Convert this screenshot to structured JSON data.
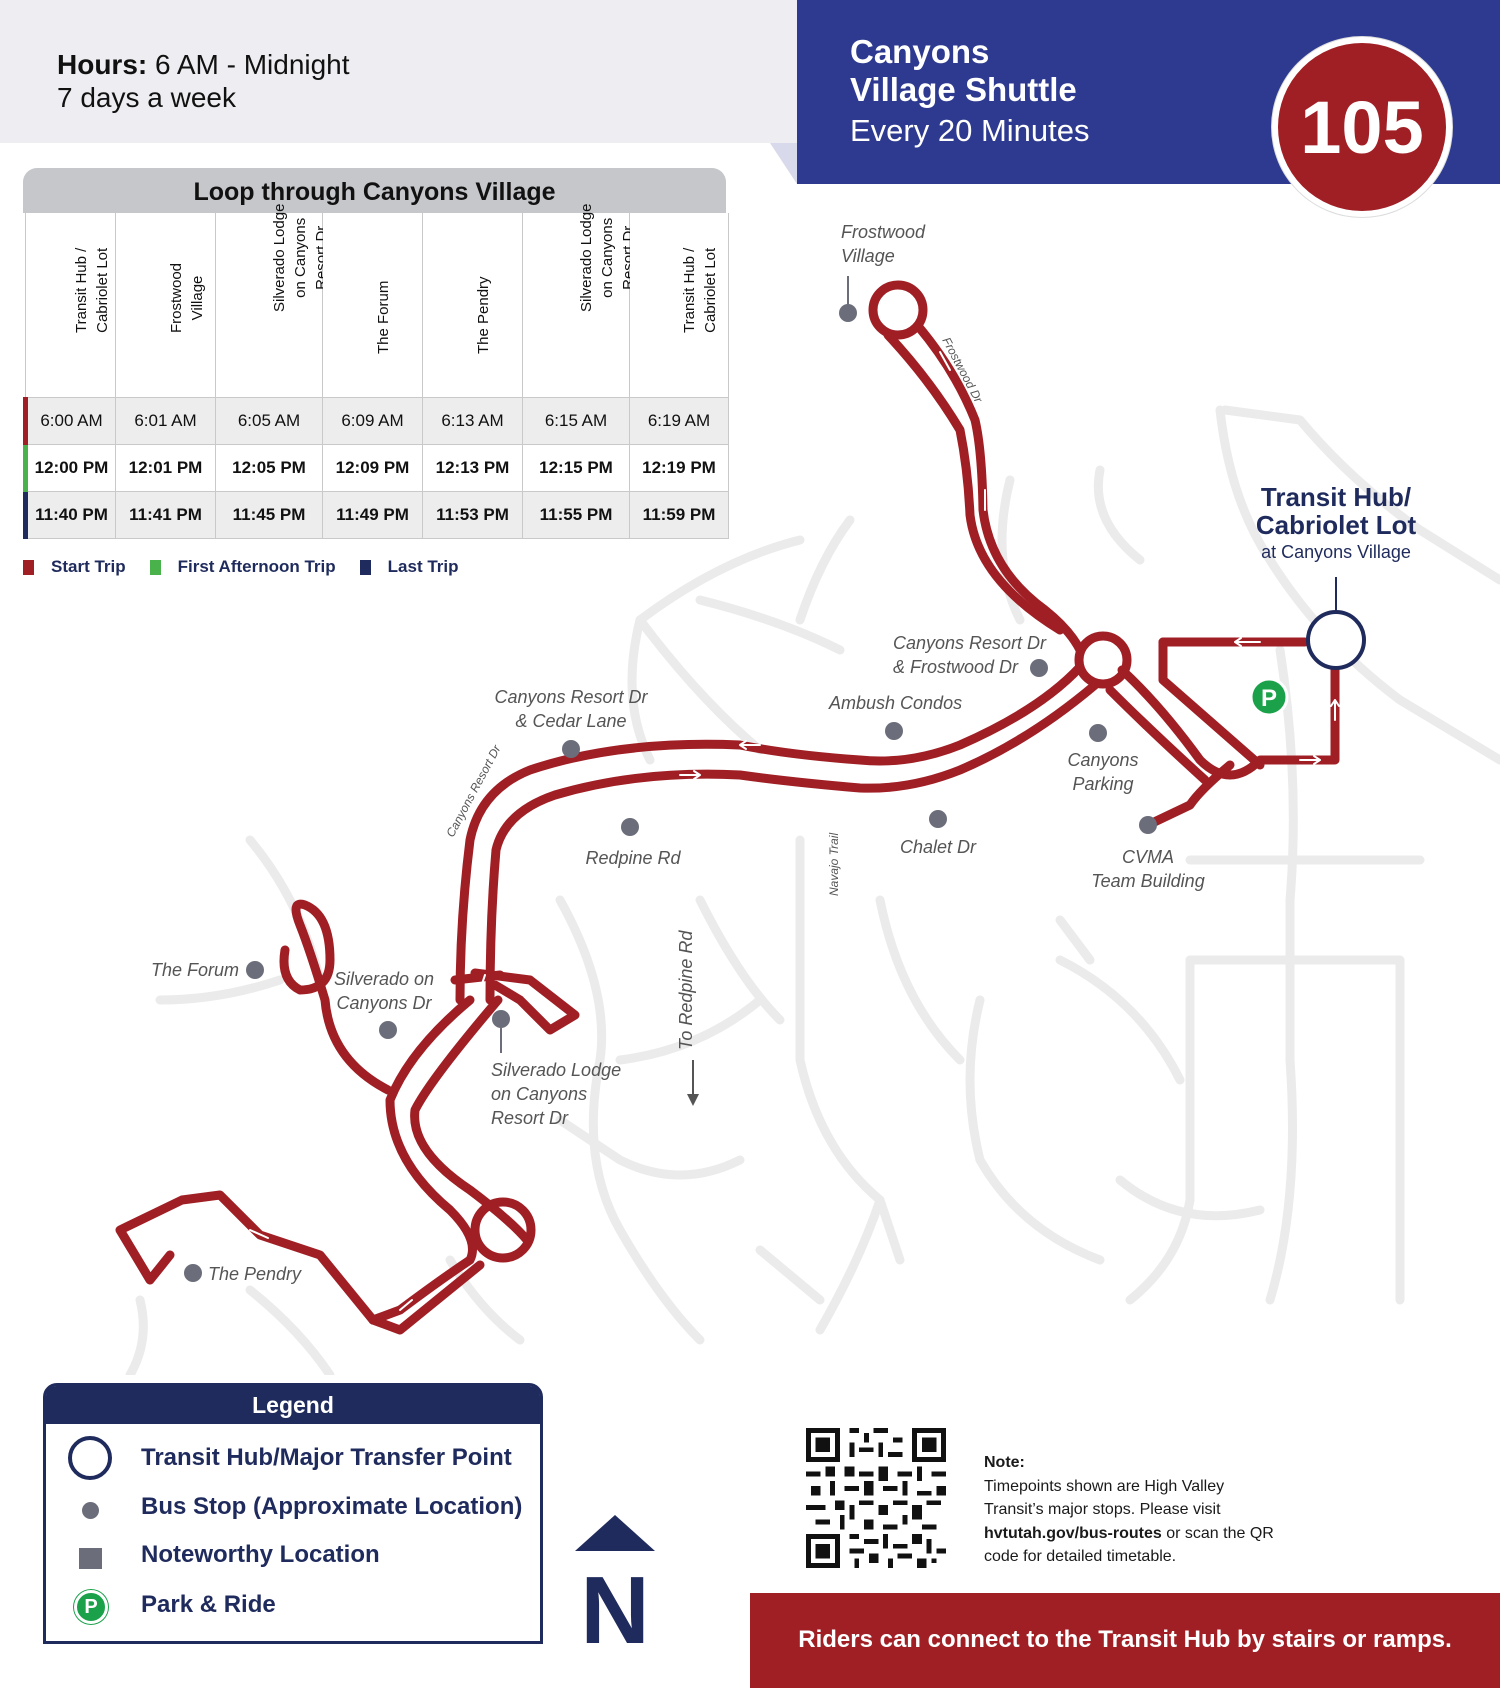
{
  "header": {
    "hours_label": "Hours:",
    "hours_value": " 6 AM - Midnight",
    "days": "7 days a week",
    "title_line1": "Canyons",
    "title_line2": "Village Shuttle",
    "frequency": "Every 20 Minutes",
    "route_number": "105"
  },
  "timetable": {
    "title": "Loop through Canyons Village",
    "columns": [
      "Transit Hub /\nCabriolet Lot",
      "Frostwood\nVillage",
      "Silverado Lodge\non Canyons\nResort Dr",
      "The Forum",
      "The Pendry",
      "Silverado Lodge\non Canyons\nResort Dr",
      "Transit Hub /\nCabriolet Lot"
    ],
    "rows": [
      [
        "6:00 AM",
        "6:01 AM",
        "6:05 AM",
        "6:09 AM",
        "6:13 AM",
        "6:15 AM",
        "6:19 AM"
      ],
      [
        "12:00 PM",
        "12:01 PM",
        "12:05 PM",
        "12:09 PM",
        "12:13 PM",
        "12:15 PM",
        "12:19 PM"
      ],
      [
        "11:40 PM",
        "11:41 PM",
        "11:45 PM",
        "11:49 PM",
        "11:53 PM",
        "11:55 PM",
        "11:59 PM"
      ]
    ]
  },
  "trip_legend": [
    {
      "label": "Start Trip",
      "color": "#a01f25"
    },
    {
      "label": "First Afternoon Trip",
      "color": "#49b24a"
    },
    {
      "label": "Last Trip",
      "color": "#1f2b5c"
    }
  ],
  "map": {
    "route_color": "#a01f25",
    "stops": {
      "frostwood_village": [
        "Frostwood",
        "Village"
      ],
      "canyons_frostwood": [
        "Canyons Resort Dr",
        "& Frostwood Dr"
      ],
      "ambush": "Ambush Condos",
      "canyons_cedar": [
        "Canyons Resort Dr",
        "& Cedar Lane"
      ],
      "canyons_parking": [
        "Canyons",
        "Parking"
      ],
      "chalet": "Chalet Dr",
      "redpine": "Redpine Rd",
      "cvma": [
        "CVMA",
        "Team Building"
      ],
      "forum": "The Forum",
      "silverado_canyons": [
        "Silverado on",
        "Canyons Dr"
      ],
      "silverado_lodge": [
        "Silverado Lodge",
        "on Canyons",
        "Resort Dr"
      ],
      "pendry": "The Pendry"
    },
    "streets": {
      "frostwood_dr": "Frostwood Dr",
      "canyons_resort_dr": "Canyons Resort Dr",
      "navajo_trail": "Navajo Trail",
      "to_redpine": "To Redpine Rd"
    },
    "hub": {
      "title1": "Transit Hub/",
      "title2": "Cabriolet Lot",
      "subtitle": "at Canyons Village"
    },
    "park_ride_letter": "P"
  },
  "legend": {
    "title": "Legend",
    "items": [
      {
        "label": "Transit Hub/Major Transfer Point",
        "icon": "hub-circle-icon"
      },
      {
        "label": "Bus Stop (Approximate Location)",
        "icon": "bus-stop-dot-icon"
      },
      {
        "label": "Noteworthy Location",
        "icon": "noteworthy-square-icon"
      },
      {
        "label": "Park & Ride",
        "icon": "park-ride-icon"
      }
    ]
  },
  "north_letter": "N",
  "note": {
    "title": "Note:",
    "line1": "Timepoints shown are High Valley Transit’s major stops. Please visit ",
    "link": "hvtutah.gov/bus-routes",
    "line2": " or scan the QR code for detailed timetable."
  },
  "footer": "Riders can connect to the Transit Hub by stairs or ramps."
}
